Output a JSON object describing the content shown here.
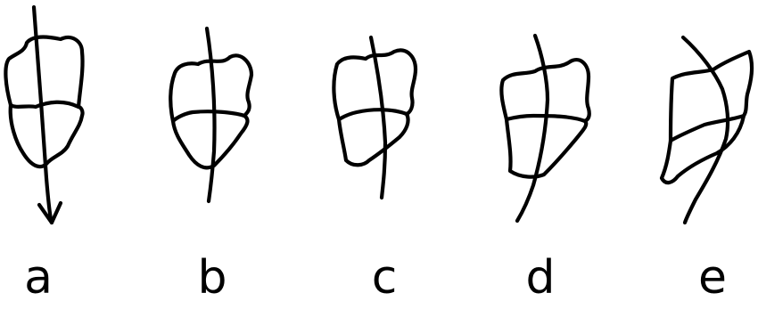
{
  "figure": {
    "ink_color": "#000000",
    "background_color": "#ffffff",
    "panels": [
      {
        "id": "a",
        "label": "a"
      },
      {
        "id": "b",
        "label": "b"
      },
      {
        "id": "c",
        "label": "c"
      },
      {
        "id": "d",
        "label": "d"
      },
      {
        "id": "e",
        "label": "e"
      }
    ]
  }
}
